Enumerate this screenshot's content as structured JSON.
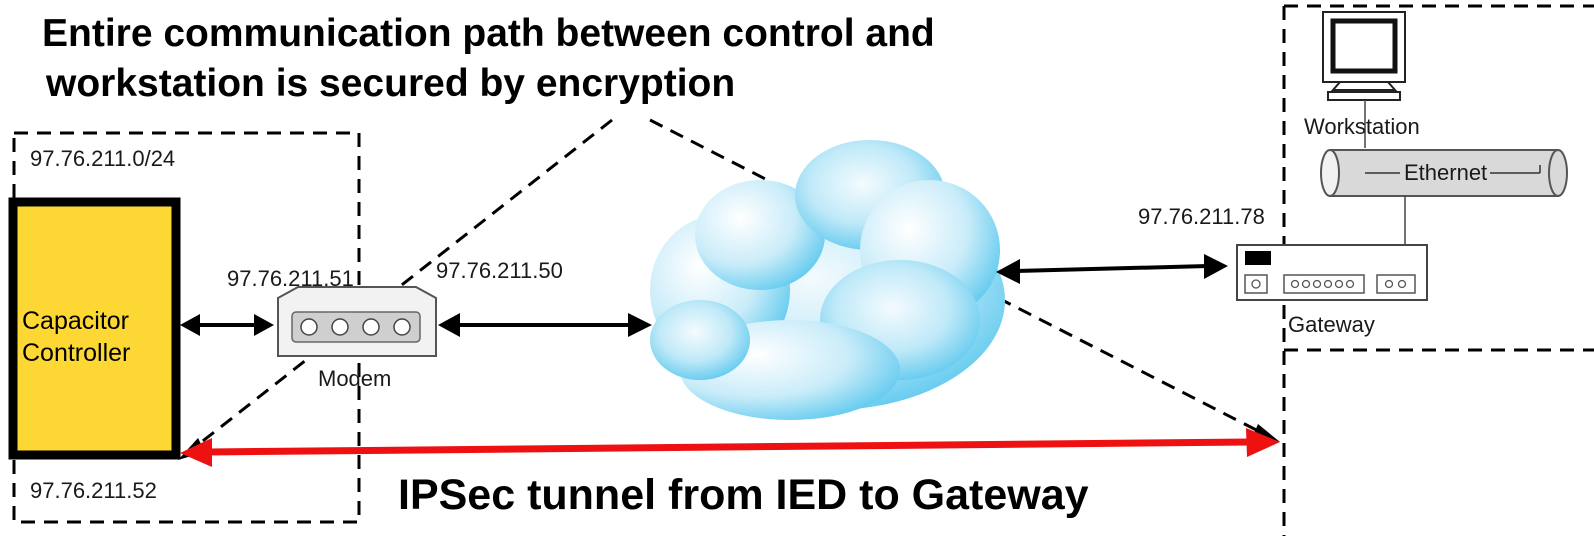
{
  "title": {
    "line1": "Entire communication path between control and",
    "line2": "workstation is secured by encryption"
  },
  "controller": {
    "line1": "Capacitor",
    "line2": "Controller",
    "fill_color": "#fdd835"
  },
  "left_zone": {
    "subnet": "97.76.211.0/24",
    "controller_ip": "97.76.211.52"
  },
  "modem": {
    "label": "Modem",
    "left_ip": "97.76.211.51",
    "right_ip": "97.76.211.50"
  },
  "right_zone": {
    "workstation_label": "Workstation",
    "ethernet_label": "Ethernet",
    "gateway_ip": "97.76.211.78",
    "gateway_label": "Gateway"
  },
  "tunnel": {
    "caption": "IPSec tunnel from IED to Gateway",
    "color": "#ee1111"
  },
  "colors": {
    "cloud_light": "#e8f6fc",
    "cloud_mid": "#9fdcf2",
    "cloud_dark": "#4fc3ea"
  }
}
